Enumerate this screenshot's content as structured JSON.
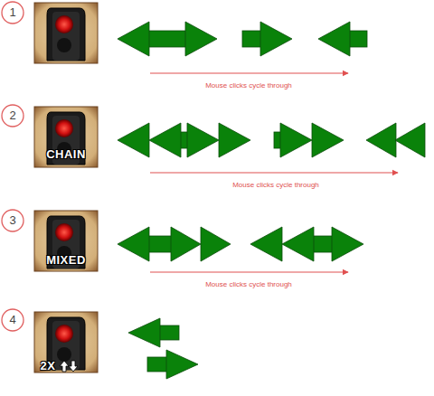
{
  "diagram": {
    "labels": [
      "1",
      "Mouse clicks cycle through",
      "2",
      "CHAIN",
      "Mouse clicks cycle through",
      "3",
      "MIXED",
      "Mouse clicks cycle through",
      "4",
      "2X"
    ]
  }
}
